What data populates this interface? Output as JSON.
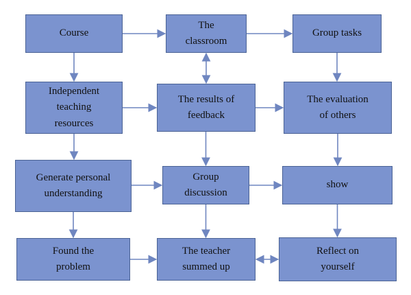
{
  "diagram": {
    "nodes": [
      {
        "id": "course",
        "label": "Course"
      },
      {
        "id": "classroom",
        "label": "The\nclassroom"
      },
      {
        "id": "group_tasks",
        "label": "Group tasks"
      },
      {
        "id": "independent",
        "label": "Independent\nteaching\nresources"
      },
      {
        "id": "results",
        "label": "The results of\nfeedback"
      },
      {
        "id": "evaluation",
        "label": "The evaluation\nof others"
      },
      {
        "id": "generate",
        "label": "Generate personal\nunderstanding"
      },
      {
        "id": "discussion",
        "label": "Group\ndiscussion"
      },
      {
        "id": "show",
        "label": "show"
      },
      {
        "id": "found",
        "label": "Found the\nproblem"
      },
      {
        "id": "summed",
        "label": "The teacher\nsummed up"
      },
      {
        "id": "reflect",
        "label": "Reflect on\nyourself"
      }
    ],
    "edges": [
      {
        "from": "course",
        "to": "classroom"
      },
      {
        "from": "classroom",
        "to": "group_tasks"
      },
      {
        "from": "course",
        "to": "independent"
      },
      {
        "from": "classroom",
        "to": "results",
        "bidirectional": true
      },
      {
        "from": "group_tasks",
        "to": "evaluation"
      },
      {
        "from": "independent",
        "to": "results"
      },
      {
        "from": "results",
        "to": "evaluation"
      },
      {
        "from": "independent",
        "to": "generate"
      },
      {
        "from": "results",
        "to": "discussion"
      },
      {
        "from": "evaluation",
        "to": "show"
      },
      {
        "from": "generate",
        "to": "discussion"
      },
      {
        "from": "discussion",
        "to": "show"
      },
      {
        "from": "generate",
        "to": "found"
      },
      {
        "from": "discussion",
        "to": "summed"
      },
      {
        "from": "show",
        "to": "reflect"
      },
      {
        "from": "found",
        "to": "summed"
      },
      {
        "from": "summed",
        "to": "reflect",
        "bidirectional": true
      }
    ],
    "colors": {
      "box_fill": "#7b93cf",
      "box_border": "#4a6294",
      "arrow": "#6f86c0",
      "text": "#111111"
    }
  }
}
